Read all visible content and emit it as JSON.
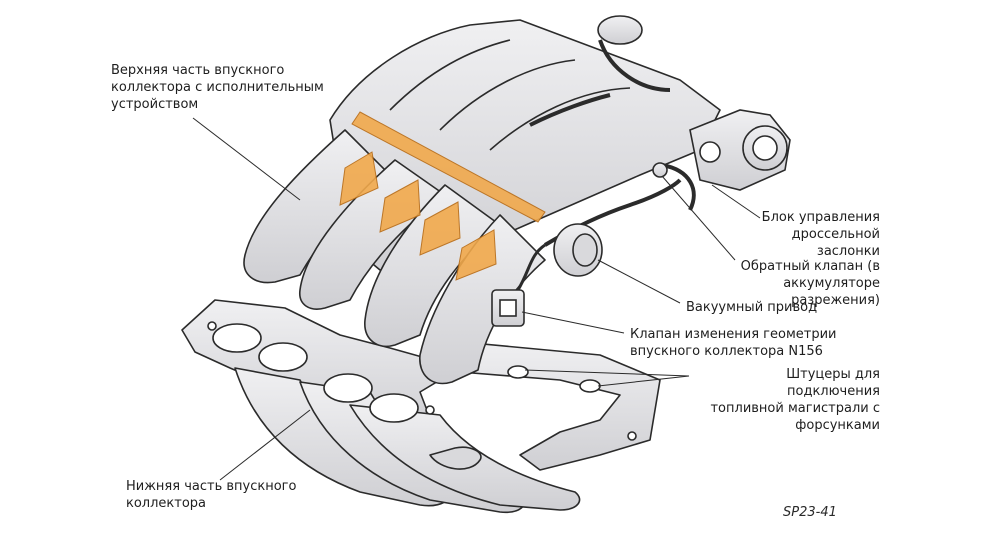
{
  "labels": {
    "upper_manifold": "Верхняя часть впускного\nколлектора с исполнительным\nустройством",
    "throttle_unit": "Блок управления\nдроссельной заслонки",
    "check_valve": "Обратный клапан (в\nаккумуляторе разрежения)",
    "vacuum_actuator": "Вакуумный привод",
    "n156_valve": "Клапан изменения геометрии\nвпускного коллектора N156",
    "injector_ports": "Штуцеры для подключения\nтопливной магистрали с\nфорсунками",
    "lower_manifold": "Нижняя часть впускного\nколлектора"
  },
  "figure_id": "SP23-41",
  "colors": {
    "metal": "#e6e6e8",
    "metal_dark": "#c9c9cc",
    "outline": "#2b2b2b",
    "highlight": "#f1a94c"
  }
}
